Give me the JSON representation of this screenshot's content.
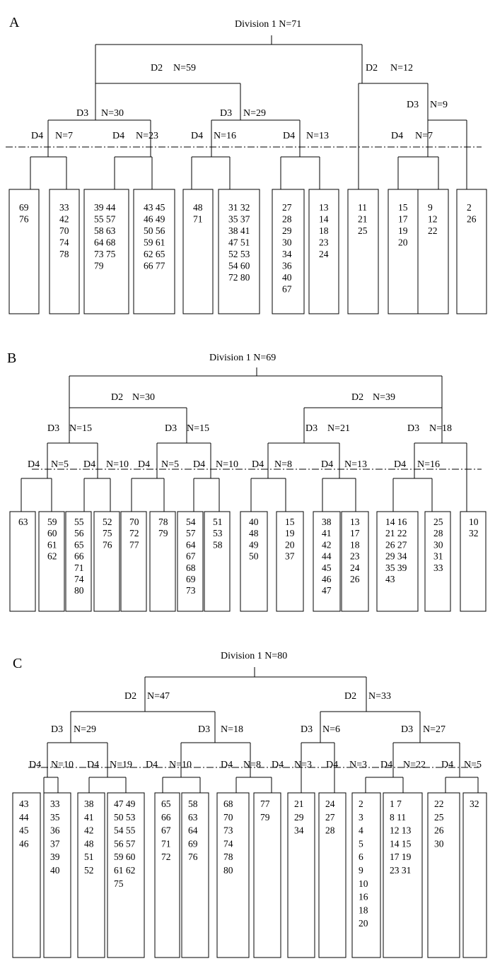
{
  "panels": [
    {
      "id": "A",
      "letter": "A",
      "root_label": "Division 1 N=71",
      "branches": [
        {
          "level": "D2",
          "n": "N=59"
        },
        {
          "level": "D2",
          "n": "N=12"
        },
        {
          "level": "D3",
          "n": "N=30"
        },
        {
          "level": "D3",
          "n": "N=29"
        },
        {
          "level": "D3",
          "n": "N=9"
        },
        {
          "level": "D4",
          "n": "N=7"
        },
        {
          "level": "D4",
          "n": "N=23"
        },
        {
          "level": "D4",
          "n": "N=16"
        },
        {
          "level": "D4",
          "n": "N=13"
        },
        {
          "level": "D4",
          "n": "N=7"
        }
      ],
      "leaves": [
        [
          "69",
          "76"
        ],
        [
          "33",
          "42",
          "70",
          "74",
          "78"
        ],
        [
          "39 44",
          "55 57",
          "58 63",
          "64 68",
          "73 75",
          "79"
        ],
        [
          "43 45",
          "46 49",
          "50 56",
          "59 61",
          "62 65",
          "66 77"
        ],
        [
          "48",
          "71"
        ],
        [
          "31 32",
          "35 37",
          "38 41",
          "47 51",
          "52 53",
          "54 60",
          "72 80"
        ],
        [
          "27",
          "28",
          "29",
          "30",
          "34",
          "36",
          "40",
          "67"
        ],
        [
          "13",
          "14",
          "18",
          "23",
          "24"
        ],
        [
          "11",
          "21",
          "25"
        ],
        [
          "15",
          "17",
          "19",
          "20"
        ],
        [
          "9",
          "12",
          "22"
        ],
        [
          "2",
          "26"
        ]
      ]
    },
    {
      "id": "B",
      "letter": "B",
      "root_label": "Division 1 N=69",
      "branches": [
        {
          "level": "D2",
          "n": "N=30"
        },
        {
          "level": "D2",
          "n": "N=39"
        },
        {
          "level": "D3",
          "n": "N=15"
        },
        {
          "level": "D3",
          "n": "N=15"
        },
        {
          "level": "D3",
          "n": "N=21"
        },
        {
          "level": "D3",
          "n": "N=18"
        },
        {
          "level": "D4",
          "n": "N=5"
        },
        {
          "level": "D4",
          "n": "N=10"
        },
        {
          "level": "D4",
          "n": "N=5"
        },
        {
          "level": "D4",
          "n": "N=10"
        },
        {
          "level": "D4",
          "n": "N=8"
        },
        {
          "level": "D4",
          "n": "N=13"
        },
        {
          "level": "D4",
          "n": "N=16"
        }
      ],
      "leaves": [
        [
          "63"
        ],
        [
          "59",
          "60",
          "61",
          "62"
        ],
        [
          "55",
          "56",
          "65",
          "66",
          "71",
          "74",
          "80"
        ],
        [
          "52",
          "75",
          "76"
        ],
        [
          "70",
          "72",
          "77"
        ],
        [
          "78",
          "79"
        ],
        [
          "54",
          "57",
          "64",
          "67",
          "68",
          "69",
          "73"
        ],
        [
          "51",
          "53",
          "58"
        ],
        [
          "40",
          "48",
          "49",
          "50"
        ],
        [
          "15",
          "19",
          "20",
          "37"
        ],
        [
          "38",
          "41",
          "42",
          "44",
          "45",
          "46",
          "47"
        ],
        [
          "13",
          "17",
          "18",
          "23",
          "24",
          "26"
        ],
        [
          "14 16",
          "21 22",
          "26 27",
          "29 34",
          "35 39",
          "43"
        ],
        [
          "25",
          "28",
          "30",
          "31",
          "33"
        ],
        [
          "10",
          "32"
        ]
      ]
    },
    {
      "id": "C",
      "letter": "C",
      "root_label": "Division 1 N=80",
      "branches": [
        {
          "level": "D2",
          "n": "N=47"
        },
        {
          "level": "D2",
          "n": "N=33"
        },
        {
          "level": "D3",
          "n": "N=29"
        },
        {
          "level": "D3",
          "n": "N=18"
        },
        {
          "level": "D3",
          "n": "N=6"
        },
        {
          "level": "D3",
          "n": "N=27"
        },
        {
          "level": "D4",
          "n": "N=10"
        },
        {
          "level": "D4",
          "n": "N=19"
        },
        {
          "level": "D4",
          "n": "N=10"
        },
        {
          "level": "D4",
          "n": "N=8"
        },
        {
          "level": "D4",
          "n": "N=3"
        },
        {
          "level": "D4",
          "n": "N=3"
        },
        {
          "level": "D4",
          "n": "N=22"
        },
        {
          "level": "D4",
          "n": "N=5"
        }
      ],
      "leaves": [
        [
          "43",
          "44",
          "45",
          "46"
        ],
        [
          "33",
          "35",
          "36",
          "37",
          "39",
          "40"
        ],
        [
          "38",
          "41",
          "42",
          "48",
          "51",
          "52"
        ],
        [
          "47 49",
          "50 53",
          "54 55",
          "56 57",
          "59 60",
          "61 62",
          "75"
        ],
        [
          "65",
          "66",
          "67",
          "71",
          "72"
        ],
        [
          "58",
          "63",
          "64",
          "69",
          "76"
        ],
        [
          "68",
          "70",
          "73",
          "74",
          "78",
          "80"
        ],
        [
          "77",
          "79"
        ],
        [
          "21",
          "29",
          "34"
        ],
        [
          "24",
          "27",
          "28"
        ],
        [
          "2",
          "3",
          "4",
          "5",
          "6",
          "9",
          "10",
          "16",
          "18",
          "20"
        ],
        [
          "1 7",
          "8 11",
          "12 13",
          "14 15",
          "17 19",
          "23 31"
        ],
        [
          "22",
          "25",
          "26",
          "30"
        ],
        [
          "32"
        ]
      ]
    }
  ]
}
